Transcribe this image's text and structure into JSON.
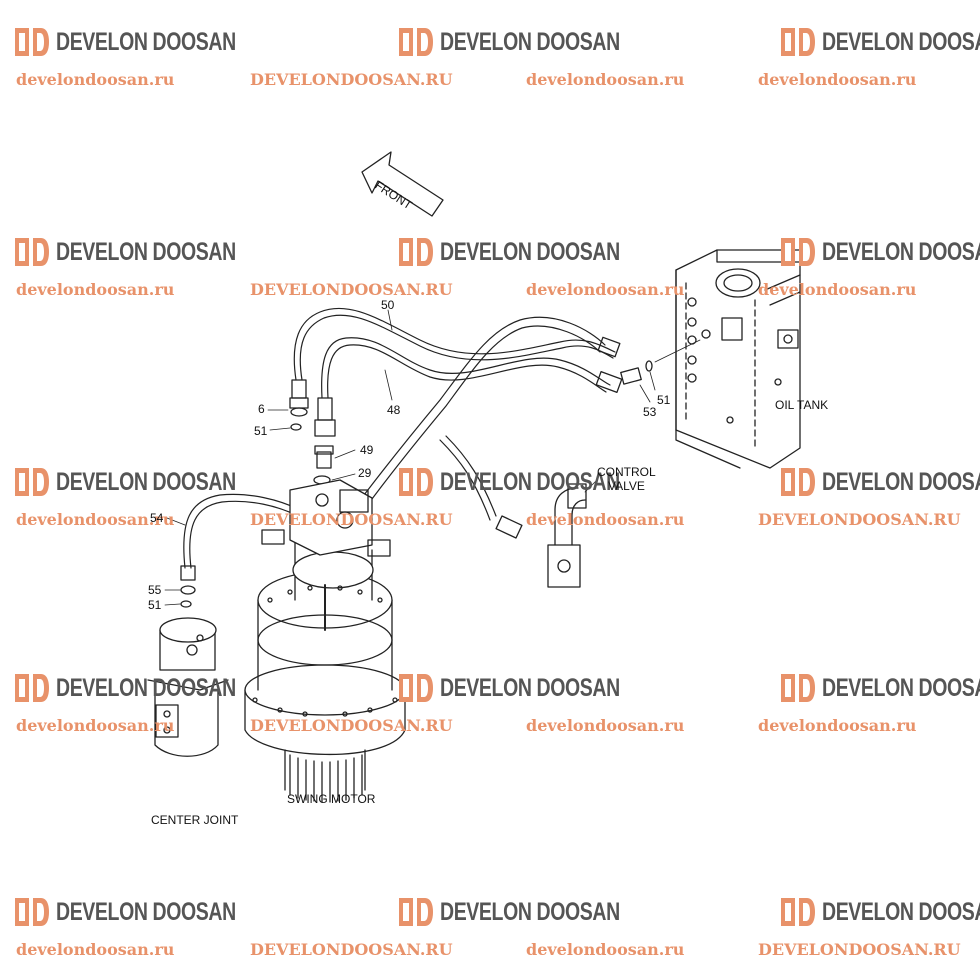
{
  "watermark": {
    "brand": "DEVELON DOOSAN",
    "url_lower": "develondoosan.ru",
    "url_upper": "DEVELONDOOSAN.RU",
    "logo_color": "#e8926a",
    "text_color": "#555555"
  },
  "direction": {
    "label": "FRONT"
  },
  "components": {
    "oil_tank": "OIL TANK",
    "control_valve_1": "CONTROL",
    "control_valve_2": "VALVE",
    "swing_motor": "SWING MOTOR",
    "center_joint": "CENTER JOINT"
  },
  "callouts": {
    "c50": "50",
    "c48": "48",
    "c6": "6",
    "c51a": "51",
    "c49": "49",
    "c29": "29",
    "c54": "54",
    "c55": "55",
    "c51b": "51",
    "c51c": "51",
    "c53": "53"
  }
}
